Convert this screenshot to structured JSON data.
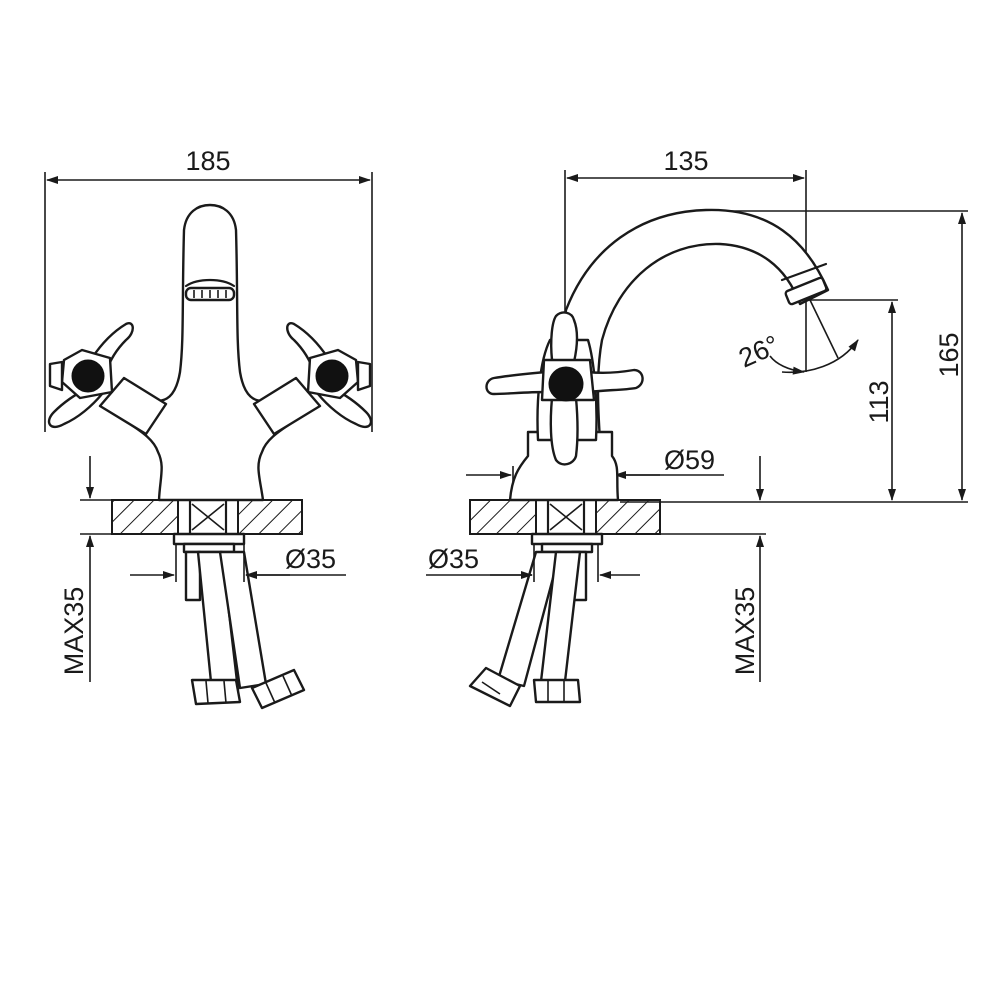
{
  "dimensions": {
    "front_width": "185",
    "front_hole_diameter": "Ø35",
    "front_max_thickness": "MAX35",
    "side_reach": "135",
    "side_base_diameter": "Ø59",
    "side_hole_diameter": "Ø35",
    "side_max_thickness": "MAX35",
    "spout_height": "113",
    "total_height": "165",
    "spout_angle": "26°"
  }
}
